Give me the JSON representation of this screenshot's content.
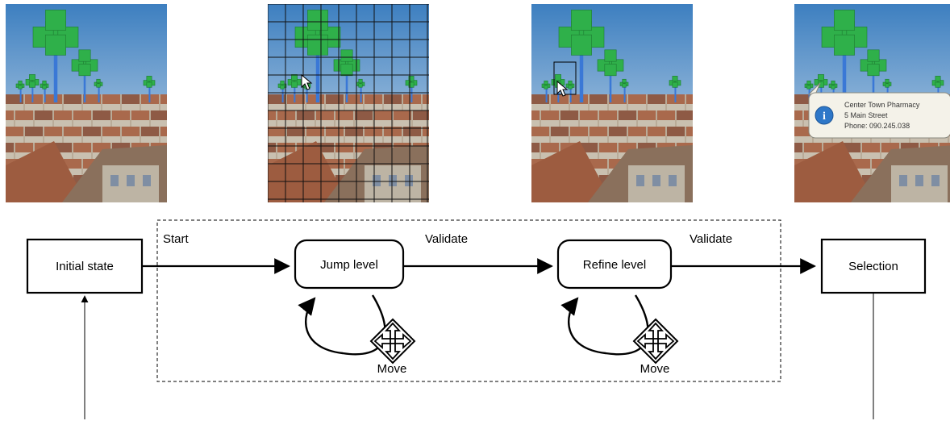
{
  "panels": [
    {
      "id": "scene",
      "grid": false,
      "cursor": "none",
      "tooltip": false
    },
    {
      "id": "grid-jump",
      "grid": true,
      "cursor": "arrow",
      "tooltip": false
    },
    {
      "id": "refine",
      "grid": false,
      "cursor": "arrow-box",
      "tooltip": false
    },
    {
      "id": "selected",
      "grid": false,
      "cursor": "none",
      "tooltip": true
    }
  ],
  "tooltip": {
    "name": "Center Town Pharmacy",
    "street": "5 Main Street",
    "phone": "Phone: 090.245.038",
    "icon": "info-icon"
  },
  "states": {
    "initial": "Initial state",
    "jump": "Jump level",
    "refine": "Refine level",
    "selection": "Selection"
  },
  "edges": {
    "start": "Start",
    "validate1": "Validate",
    "validate2": "Validate",
    "move1": "Move",
    "move2": "Move"
  },
  "colors": {
    "sky_top": "#3d7fc0",
    "sky_bottom": "#d6e3ee",
    "marker_green": "#2fb04a",
    "pole_blue": "#3a78d6",
    "roof": "#a9694c",
    "wall": "#c9c0b0"
  }
}
